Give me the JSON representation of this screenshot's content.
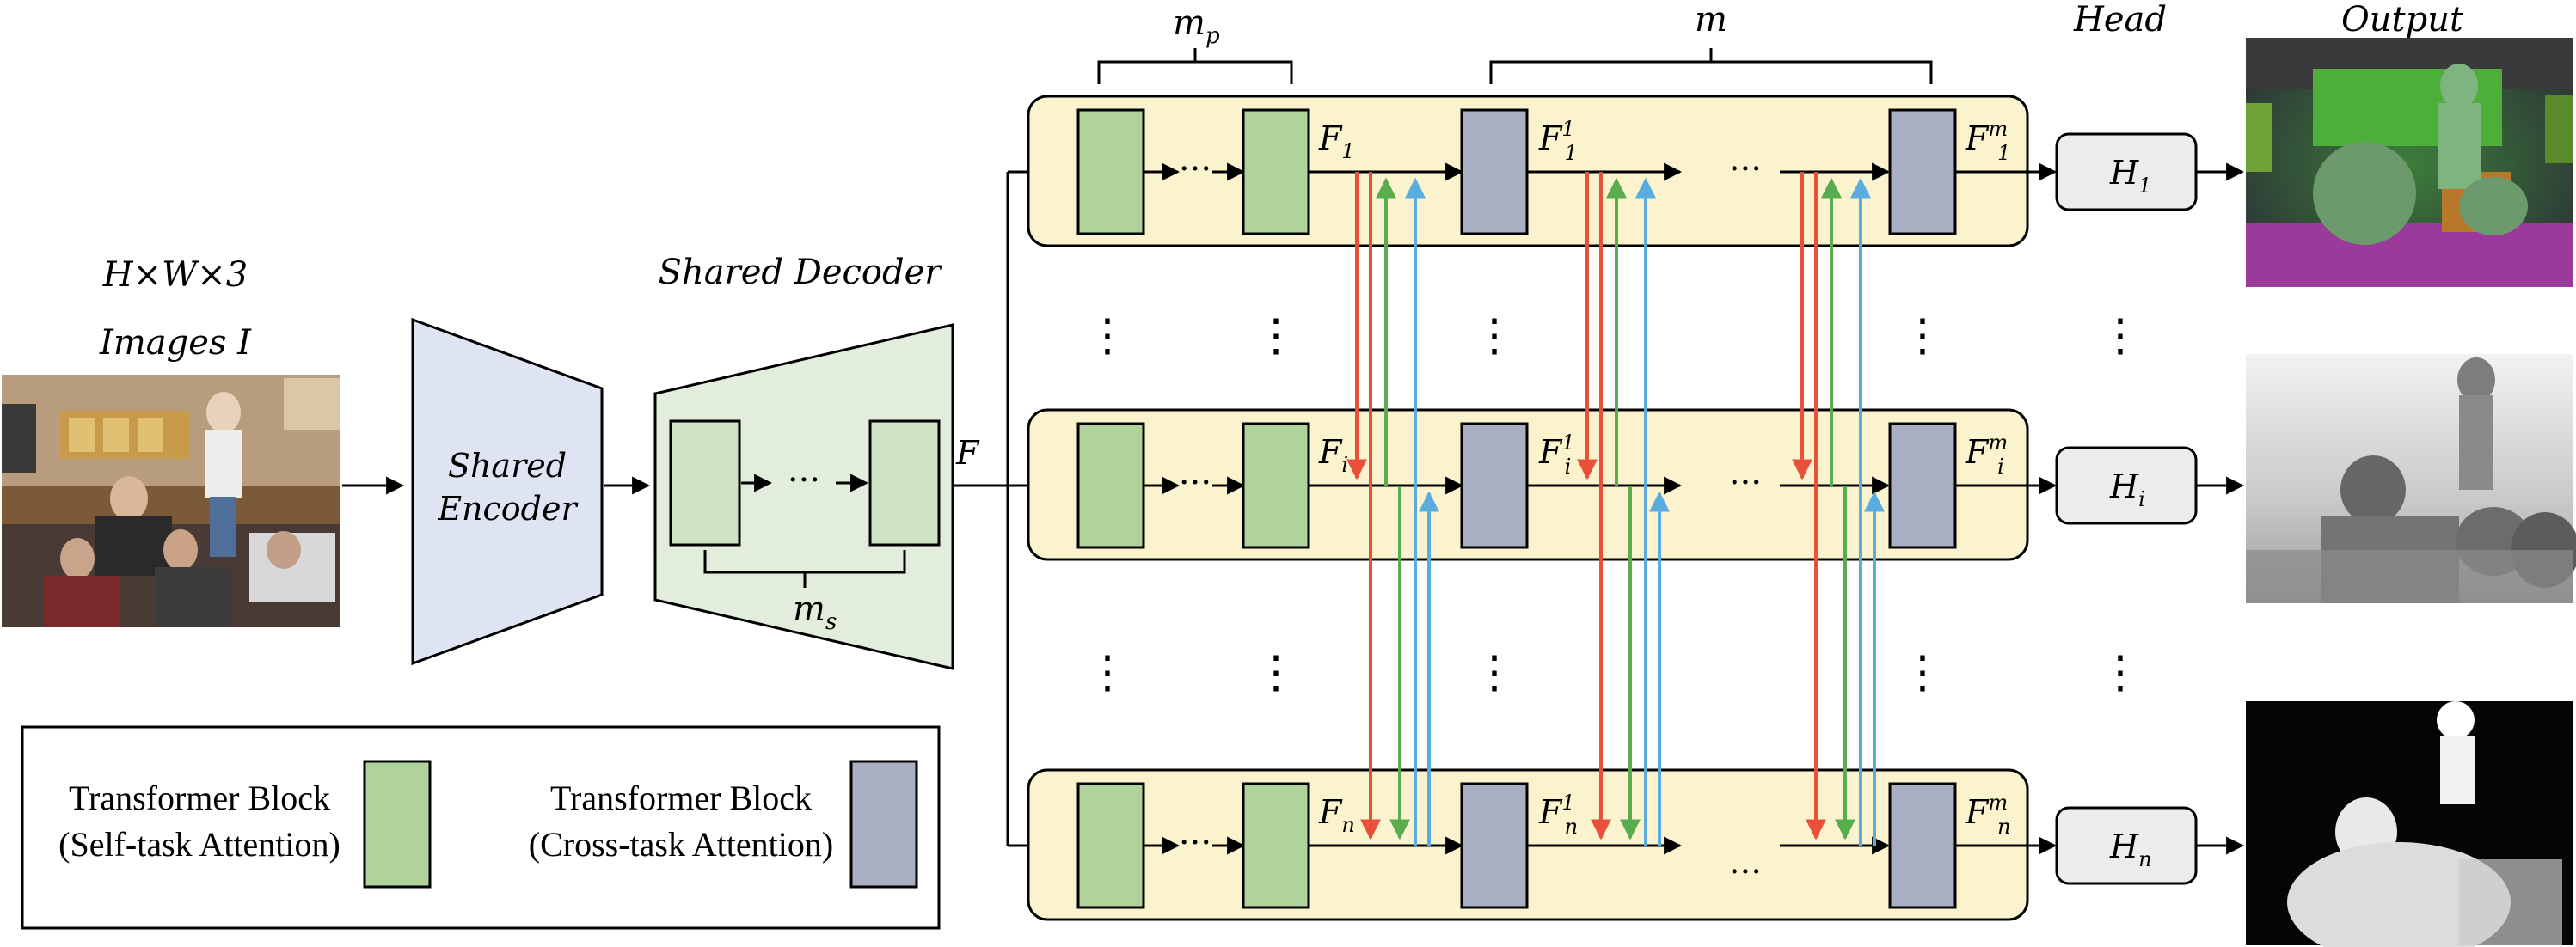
{
  "input": {
    "dims": "H×W×3",
    "label": "Images I",
    "photo_icon": "photo-of-people-icon"
  },
  "encoder": {
    "line1": "Shared",
    "line2": "Encoder",
    "color": "#dfe4f3"
  },
  "decoder": {
    "title": "Shared Decoder",
    "feature": "F",
    "ellipsis": "···",
    "brace": {
      "base": "m",
      "sub": "s"
    },
    "color": "#e2eedb"
  },
  "braces": {
    "mp": {
      "base": "m",
      "sub": "p"
    },
    "m": {
      "base": "m"
    }
  },
  "rows": [
    {
      "id": "1",
      "feat": {
        "base": "F",
        "sub": "1"
      },
      "feat2": {
        "base": "F",
        "sub": "1",
        "sup": "1"
      },
      "featm": {
        "base": "F",
        "sub": "1",
        "sup": "m"
      },
      "head": {
        "base": "H",
        "sub": "1"
      }
    },
    {
      "id": "i",
      "feat": {
        "base": "F",
        "sub": "i"
      },
      "feat2": {
        "base": "F",
        "sub": "i",
        "sup": "1"
      },
      "featm": {
        "base": "F",
        "sub": "i",
        "sup": "m"
      },
      "head": {
        "base": "H",
        "sub": "i"
      }
    },
    {
      "id": "n",
      "feat": {
        "base": "F",
        "sub": "n"
      },
      "feat2": {
        "base": "F",
        "sub": "n",
        "sup": "1"
      },
      "featm": {
        "base": "F",
        "sub": "n",
        "sup": "m"
      },
      "head": {
        "base": "H",
        "sub": "n"
      }
    }
  ],
  "row_ellipsis": "···",
  "vdots": "⋮",
  "head_title": "Head",
  "output_title": "Output",
  "outputs": [
    {
      "icon": "segmentation-map-icon"
    },
    {
      "icon": "depth-map-icon"
    },
    {
      "icon": "saliency-map-icon"
    }
  ],
  "legend": {
    "self_line1": "Transformer Block",
    "self_line2": "(Self-task Attention)",
    "cross_line1": "Transformer Block",
    "cross_line2": "(Cross-task Attention)"
  },
  "colors": {
    "row_band": "#fbf3cd",
    "self_block": "#b0d29b",
    "cross_block": "#a8afc2",
    "head_box": "#ececec",
    "arrow_red": "#e8503a",
    "arrow_green": "#5aad4e",
    "arrow_blue": "#5aacdf"
  }
}
